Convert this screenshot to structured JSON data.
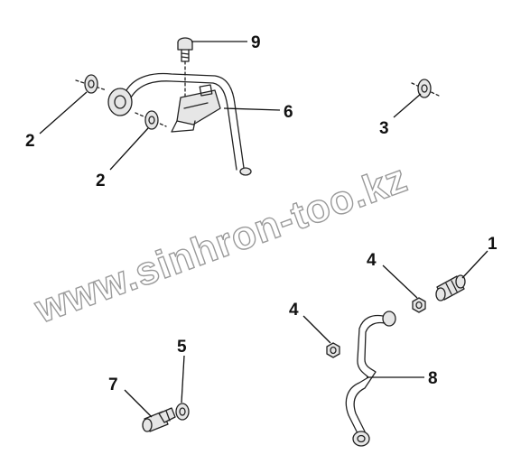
{
  "callouts": {
    "c1": "1",
    "c2a": "2",
    "c2b": "2",
    "c3": "3",
    "c4a": "4",
    "c4b": "4",
    "c5": "5",
    "c6": "6",
    "c7": "7",
    "c8": "8",
    "c9": "9"
  },
  "watermark": "www.sinhron-too.kz"
}
